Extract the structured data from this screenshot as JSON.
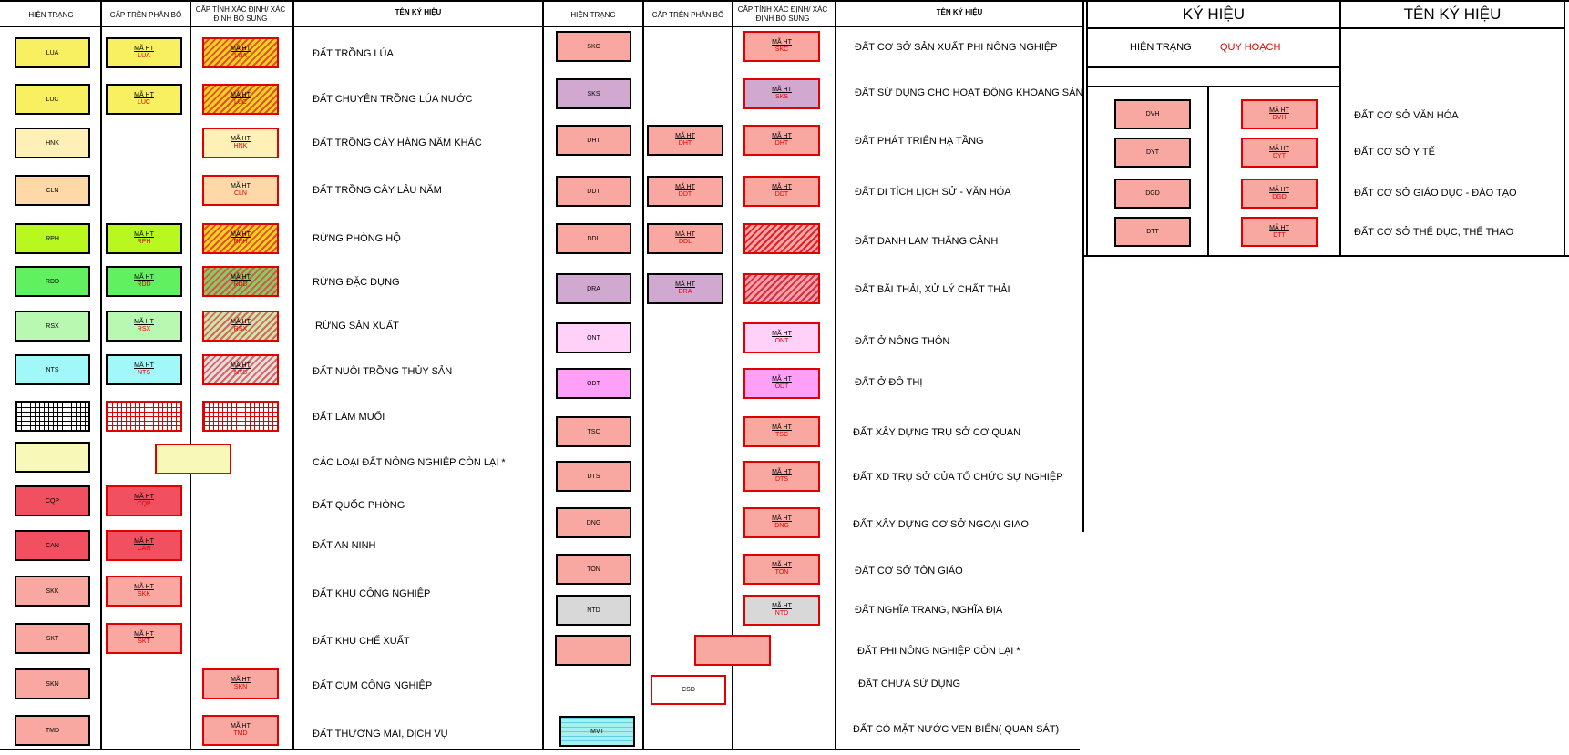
{
  "headers": {
    "left_current": "HIỆN TRẠNG",
    "left_upper": "CẤP TRÊN PHÂN BỔ",
    "left_province": "CẤP TỈNH XÁC ĐỊNH/ XÁC ĐỊNH BỔ SUNG",
    "left_name": "TÊN KÝ HIỆU",
    "mid_current": "HIỆN TRẠNG",
    "mid_upper": "CẤP TRÊN PHÂN BỔ",
    "mid_province": "CẤP TỈNH XÁC ĐỊNH/ XÁC ĐỊNH BỔ SUNG",
    "mid_name": "TÊN KÝ HIỆU",
    "right_symbol": "KÝ HIỆU",
    "right_name": "TÊN KÝ HIỆU",
    "right_current": "HIỆN TRẠNG",
    "right_plan": "QUY HOẠCH"
  },
  "ma_label": "MÃ HT",
  "colors": {
    "accent_red": "#e00000",
    "yellow": "#f8f060",
    "pink": "#f8a8a0",
    "purple": "#d0a8d0",
    "green": "#60f060",
    "cyan": "#a0f8f8",
    "deep_red": "#f05060",
    "gray": "#d8d8d8"
  },
  "left_rows": [
    {
      "code": "LUA",
      "upper": "LUA",
      "province": "LUA",
      "name": "ĐẤT TRỒNG LÚA"
    },
    {
      "code": "LUC",
      "upper": "LUC",
      "province": "LUC",
      "name": "ĐẤT CHUYÊN TRỒNG LÚA NƯỚC"
    },
    {
      "code": "HNK",
      "upper": "",
      "province": "HNK",
      "name": "ĐẤT TRỒNG CÂY HÀNG NĂM KHÁC"
    },
    {
      "code": "CLN",
      "upper": "",
      "province": "CLN",
      "name": "ĐẤT TRỒNG CÂY LÂU NĂM"
    },
    {
      "code": "RPH",
      "upper": "RPH",
      "province": "RPH",
      "name": "RỪNG PHÒNG HỘ"
    },
    {
      "code": "RDD",
      "upper": "RDD",
      "province": "RDD",
      "name": "RỪNG ĐẶC DỤNG"
    },
    {
      "code": "RSX",
      "upper": "RSX",
      "province": "RSX",
      "name": "RỪNG SẢN XUẤT"
    },
    {
      "code": "NTS",
      "upper": "NTS",
      "province": "NTS",
      "name": "ĐẤT NUÔI TRỒNG THỦY SẢN"
    },
    {
      "code": "",
      "upper": "",
      "province": "",
      "name": "ĐẤT LÀM MUỐI"
    },
    {
      "code": "",
      "upper": "",
      "province": "",
      "name": "CÁC LOẠI ĐẤT NÔNG NGHIỆP CÒN LẠI *"
    },
    {
      "code": "CQP",
      "upper": "CQP",
      "province": "",
      "name": "ĐẤT QUỐC PHÒNG"
    },
    {
      "code": "CAN",
      "upper": "CAN",
      "province": "",
      "name": "ĐẤT AN NINH"
    },
    {
      "code": "SKK",
      "upper": "SKK",
      "province": "",
      "name": "ĐẤT KHU CÔNG NGHIỆP"
    },
    {
      "code": "SKT",
      "upper": "SKT",
      "province": "",
      "name": "ĐẤT KHU CHẾ XUẤT"
    },
    {
      "code": "SKN",
      "upper": "",
      "province": "SKN",
      "name": "ĐẤT CỤM CÔNG NGHIỆP"
    },
    {
      "code": "TMD",
      "upper": "",
      "province": "TMD",
      "name": "ĐẤT THƯƠNG MẠI, DỊCH VỤ"
    }
  ],
  "mid_rows": [
    {
      "code": "SKC",
      "upper": "",
      "province": "SKC",
      "name": "ĐẤT CƠ SỞ SẢN XUẤT PHI NÔNG NGHIỆP"
    },
    {
      "code": "SKS",
      "upper": "",
      "province": "SKS",
      "name": "ĐẤT SỬ DỤNG CHO HOẠT ĐỘNG KHOÁNG SẢN"
    },
    {
      "code": "DHT",
      "upper": "DHT",
      "province": "DHT",
      "name": "ĐẤT PHÁT TRIỂN HẠ TẦNG"
    },
    {
      "code": "DDT",
      "upper": "DDT",
      "province": "DDT",
      "name": "ĐẤT DI TÍCH LỊCH SỬ - VĂN HÓA"
    },
    {
      "code": "DDL",
      "upper": "DDL",
      "province": "",
      "name": "ĐẤT DANH LAM THẮNG CẢNH"
    },
    {
      "code": "DRA",
      "upper": "DRA",
      "province": "",
      "name": "ĐẤT BÃI THẢI, XỬ LÝ CHẤT THẢI"
    },
    {
      "code": "ONT",
      "upper": "",
      "province": "ONT",
      "name": "ĐẤT Ở NÔNG THÔN"
    },
    {
      "code": "ODT",
      "upper": "",
      "province": "ODT",
      "name": "ĐẤT Ở ĐÔ THỊ"
    },
    {
      "code": "TSC",
      "upper": "",
      "province": "TSC",
      "name": "ĐẤT XÂY DỰNG TRỤ SỞ CƠ QUAN"
    },
    {
      "code": "DTS",
      "upper": "",
      "province": "DTS",
      "name": "ĐẤT XD TRỤ SỞ CỦA TỔ CHỨC SỰ NGHIỆP"
    },
    {
      "code": "DNG",
      "upper": "",
      "province": "DNG",
      "name": "ĐẤT XÂY DỰNG CƠ SỞ NGOẠI GIAO"
    },
    {
      "code": "TON",
      "upper": "",
      "province": "TON",
      "name": "ĐẤT CƠ SỞ TÔN GIÁO"
    },
    {
      "code": "NTD",
      "upper": "",
      "province": "NTD",
      "name": "ĐẤT NGHĨA TRANG, NGHĨA ĐỊA"
    },
    {
      "code": "",
      "upper": "",
      "province": "",
      "name": "ĐẤT PHI NÔNG NGHIỆP CÒN LẠI *"
    },
    {
      "code": "",
      "upper": "CSD",
      "province": "",
      "name": "ĐẤT CHƯA SỬ DỤNG"
    },
    {
      "code": "MVT",
      "upper": "",
      "province": "",
      "name": "ĐẤT CÓ MẶT NƯỚC VEN BIỂN( QUAN SÁT)"
    }
  ],
  "right_rows": [
    {
      "code": "DVH",
      "plan": "DVH",
      "name": "ĐẤT CƠ SỞ VĂN HÓA"
    },
    {
      "code": "DYT",
      "plan": "DYT",
      "name": "ĐẤT CƠ SỞ Y TẾ"
    },
    {
      "code": "DGD",
      "plan": "DGD",
      "name": "ĐẤT CƠ SỞ GIÁO DỤC - ĐÀO TẠO"
    },
    {
      "code": "DTT",
      "plan": "DTT",
      "name": "ĐẤT CƠ SỞ THỂ DỤC, THỂ THAO"
    }
  ]
}
